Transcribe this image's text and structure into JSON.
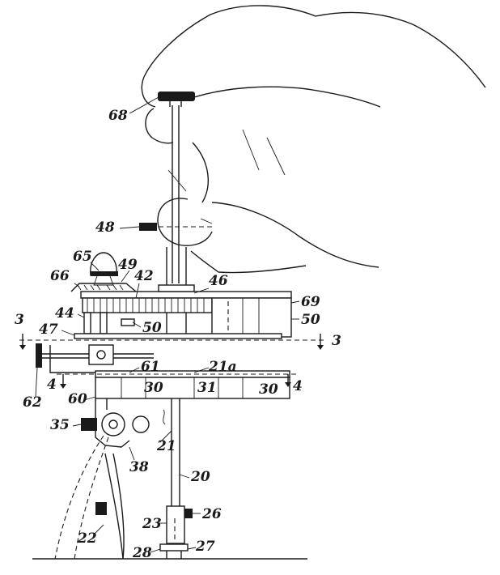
{
  "figure": {
    "labels": {
      "l68": "68",
      "l48": "48",
      "l65": "65",
      "l49": "49",
      "l66": "66",
      "l42": "42",
      "l46": "46",
      "l69": "69",
      "l44": "44",
      "l50a": "50",
      "l50b": "50",
      "l3a": "3",
      "l3b": "3",
      "l47": "47",
      "l21a": "21a",
      "l4a": "4",
      "l4b": "4",
      "l61": "61",
      "l62": "62",
      "l60": "60",
      "l30a": "30",
      "l31": "31",
      "l30b": "30",
      "l35": "35",
      "l21": "21",
      "l38": "38",
      "l20": "20",
      "l26": "26",
      "l23": "23",
      "l22": "22",
      "l28": "28",
      "l27": "27"
    }
  }
}
